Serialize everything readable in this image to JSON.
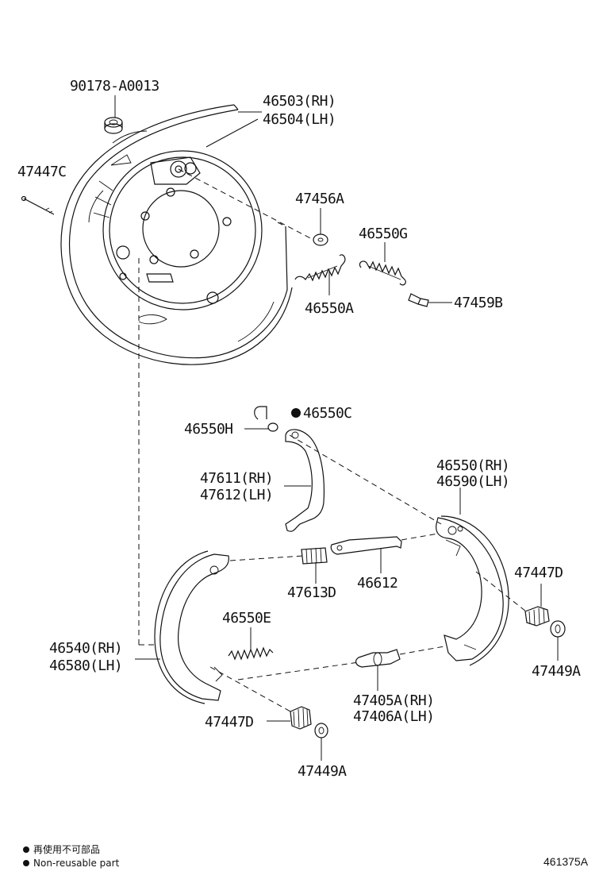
{
  "labels": {
    "p_90178": "90178-A0013",
    "p_46503": "46503(RH)",
    "p_46504": "46504(LH)",
    "p_47447C": "47447C",
    "p_47456A": "47456A",
    "p_46550G": "46550G",
    "p_46550A": "46550A",
    "p_47459B": "47459B",
    "p_46550C": "46550C",
    "p_46550H": "46550H",
    "p_47611": "47611(RH)",
    "p_47612": "47612(LH)",
    "p_46550RH": "46550(RH)",
    "p_46590": "46590(LH)",
    "p_47613D": "47613D",
    "p_46612": "46612",
    "p_47447D_right": "47447D",
    "p_46550E": "46550E",
    "p_46540": "46540(RH)",
    "p_46580": "46580(LH)",
    "p_47449A_right": "47449A",
    "p_47405A": "47405A(RH)",
    "p_47406A": "47406A(LH)",
    "p_47447D_bottom": "47447D",
    "p_47449A_bottom": "47449A"
  },
  "legend": {
    "line_jp": "再使用不可部品",
    "line_en": "Non-reusable part"
  },
  "diagram_code": "461375A",
  "icons": {
    "non_reusable_marker": "filled-circle"
  }
}
